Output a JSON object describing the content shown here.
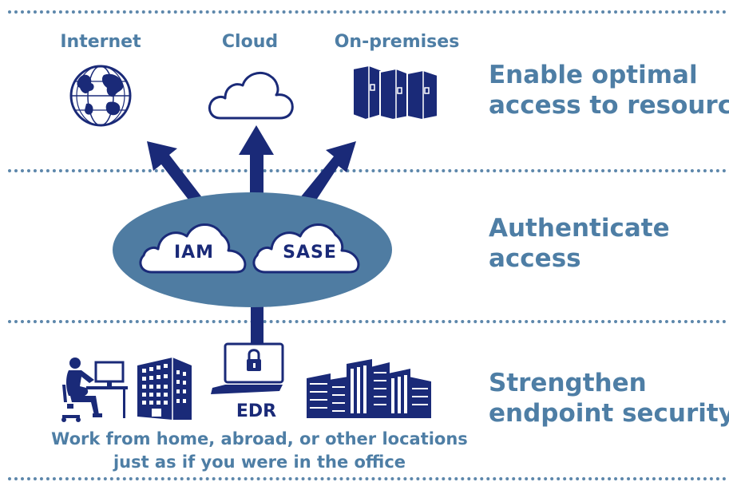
{
  "resources": {
    "internet": "Internet",
    "cloud": "Cloud",
    "on_premises": "On-premises"
  },
  "layers": {
    "top": [
      "Enable optimal",
      "access to resources"
    ],
    "middle": [
      "Authenticate",
      "access"
    ],
    "bottom": [
      "Strengthen",
      "endpoint security"
    ]
  },
  "auth": {
    "iam": "IAM",
    "sase": "SASE"
  },
  "endpoint": {
    "edr": "EDR",
    "caption": [
      "Work from home, abroad, or other locations",
      "just as if you were in the office"
    ]
  },
  "icons": [
    "globe-icon",
    "cloud-icon",
    "server-rack-icon",
    "person-at-desk-icon",
    "office-building-icon",
    "laptop-lock-icon",
    "city-skyline-icon"
  ],
  "colors": {
    "navy": "#1a2a78",
    "steel_blue": "#4e7ea5",
    "ellipse": "#4f7ca2",
    "dotted_rule": "#5d87ab"
  }
}
